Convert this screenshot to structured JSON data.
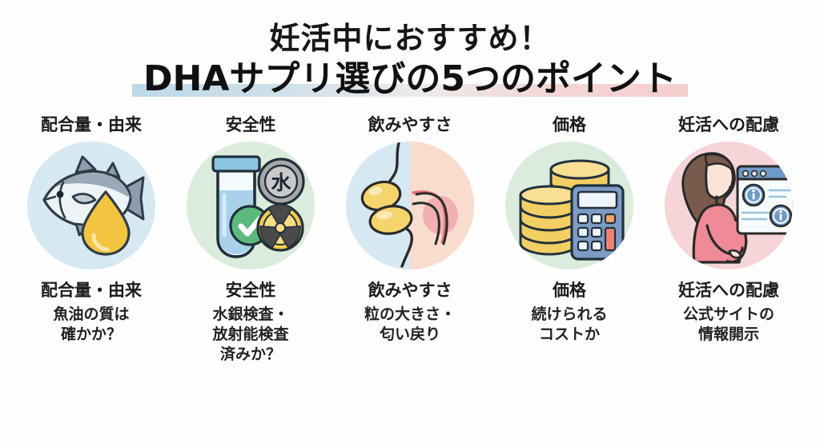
{
  "title": {
    "line1": "妊活中におすすめ！",
    "line2": "DHAサプリ選びの5つのポイント",
    "underline_gradient_from": "#bcd8e8",
    "underline_gradient_to": "#f6cfcf"
  },
  "columns": [
    {
      "header": "配合量・由来",
      "label": "配合量・由来",
      "description": "魚油の質は\n確かか？",
      "circle_color": "#d6e8f2",
      "icon": "fish-oil-drop-icon"
    },
    {
      "header": "安全性",
      "label": "安全性",
      "description": "水銀検査・\n放射能検査\n済みか？",
      "circle_color": "#dbecdd",
      "icon": "test-tube-safety-icon",
      "badge_mercury_text": "水"
    },
    {
      "header": "飲みやすさ",
      "label": "飲みやすさ",
      "description": "粒の大きさ・\n匂い戻り",
      "circle_color": "#d6e8f2",
      "circle_color_secondary": "#f8dccd",
      "icon": "swallowing-capsules-icon"
    },
    {
      "header": "価格",
      "label": "価格",
      "description": "続けられる\nコストか",
      "circle_color": "#dbecdd",
      "icon": "coins-calculator-icon"
    },
    {
      "header": "妊活への配慮",
      "label": "妊活への配慮",
      "description": "公式サイトの\n情報開示",
      "circle_color": "#f5d5d8",
      "icon": "pregnant-woman-website-icon"
    }
  ],
  "palette": {
    "background": "#fefefe",
    "text_dark": "#1b1b1b",
    "fish_body": "#e8eef2",
    "fish_back": "#8d9dae",
    "oil_drop": "#f3c43f",
    "liquid_blue": "#a8d2ea",
    "check_green": "#5cba7d",
    "radiation_yellow": "#f2cc4c",
    "mercury_gray": "#a8a8a8",
    "capsule_yellow": "#f5d46b",
    "skin": "#fae4d6",
    "coin_gold": "#f3cf63",
    "calculator_blue": "#7d9bc4",
    "woman_top_pink": "#ef8b96",
    "hair_brown": "#7a5a4c",
    "browser_blue": "#6f9ac9"
  }
}
